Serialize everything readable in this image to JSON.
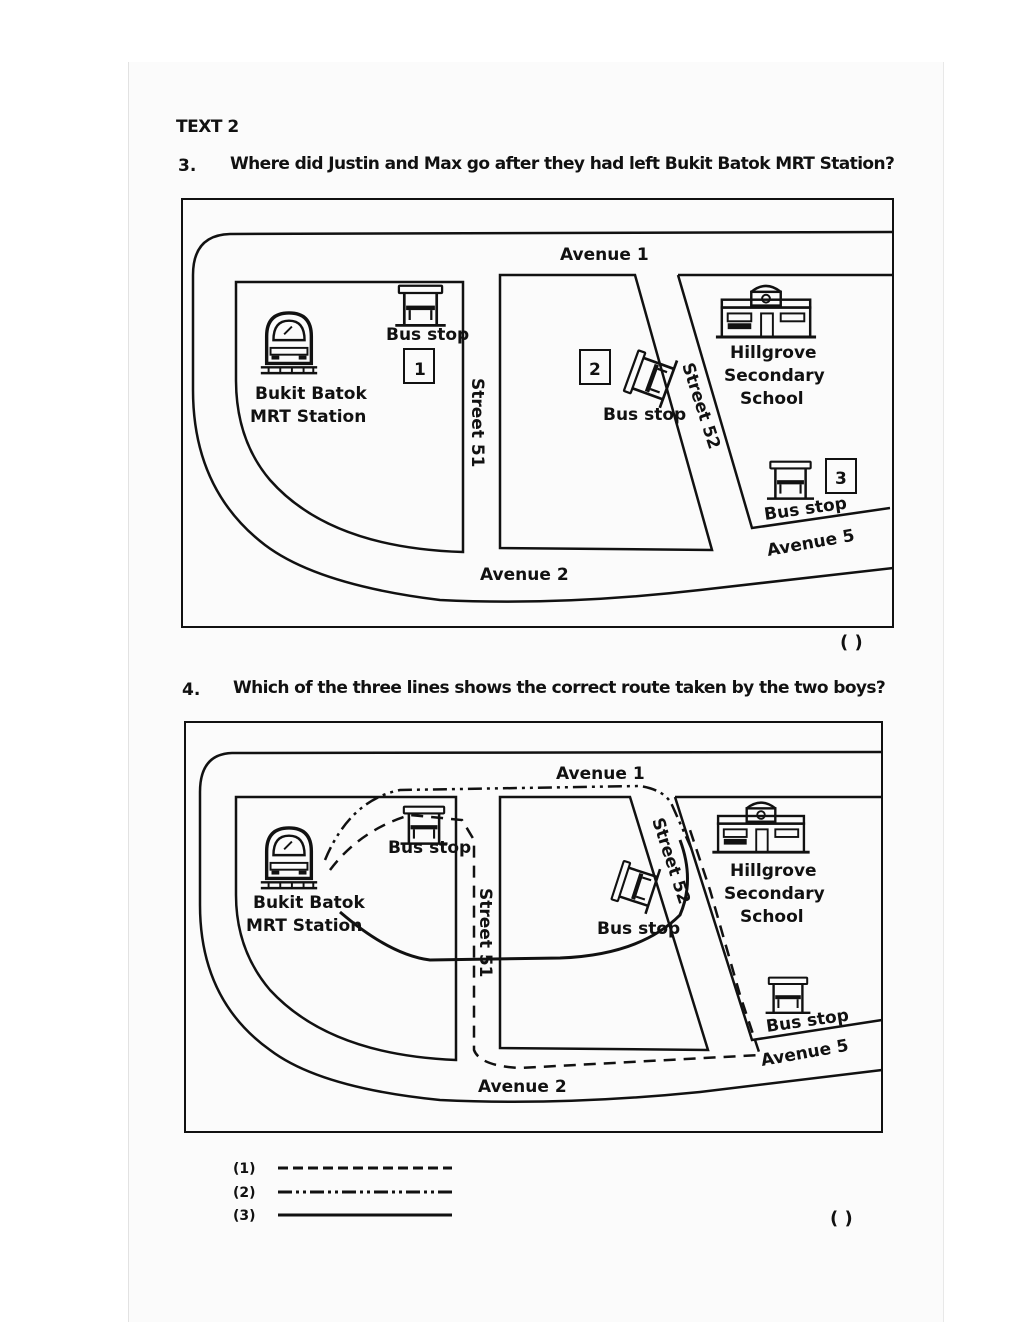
{
  "section_title": "TEXT 2",
  "q3": {
    "number": "3.",
    "text": "Where did Justin and Max go after they had left Bukit Batok MRT Station?",
    "answer_bracket": "(      )"
  },
  "q4": {
    "number": "4.",
    "text": "Which of the three lines shows the correct route taken by the two boys?",
    "answer_bracket": "(      )"
  },
  "map": {
    "avenue1": "Avenue 1",
    "avenue2": "Avenue 2",
    "avenue5": "Avenue 5",
    "street51": "Street 51",
    "street52": "Street 52",
    "bus_stop": "Bus stop",
    "station_line1": "Bukit Batok",
    "station_line2": "MRT Station",
    "school_line1": "Hillgrove",
    "school_line2": "Secondary",
    "school_line3": "School",
    "box1": "1",
    "box2": "2",
    "box3": "3"
  },
  "legend": {
    "opt1": "(1)",
    "opt2": "(2)",
    "opt3": "(3)"
  }
}
